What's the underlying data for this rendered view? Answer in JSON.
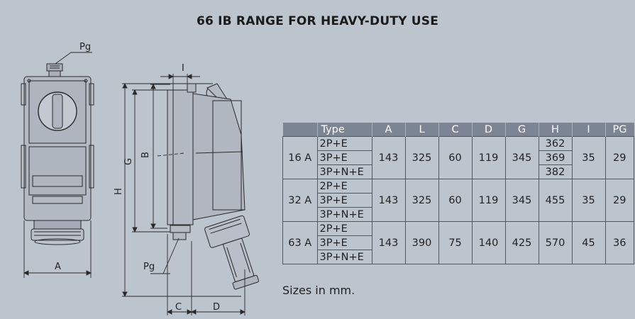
{
  "title": "66 IB RANGE FOR HEAVY-DUTY USE",
  "drawing_labels": {
    "pg_top": "Pg",
    "pg_bottom": "Pg",
    "dim_a": "A",
    "dim_h": "H",
    "dim_g": "G",
    "dim_b": "B",
    "dim_i": "I",
    "dim_c": "C",
    "dim_d": "D"
  },
  "table": {
    "headers": [
      "",
      "Type",
      "A",
      "L",
      "C",
      "D",
      "G",
      "H",
      "I",
      "PG"
    ],
    "rows": [
      {
        "current": "16 A",
        "types": [
          "2P+E",
          "3P+E",
          "3P+N+E"
        ],
        "A": "143",
        "L": "325",
        "C": "60",
        "D": "119",
        "G": "345",
        "H": [
          "362",
          "369",
          "382"
        ],
        "I": "35",
        "PG": "29"
      },
      {
        "current": "32 A",
        "types": [
          "2P+E",
          "3P+E",
          "3P+N+E"
        ],
        "A": "143",
        "L": "325",
        "C": "60",
        "D": "119",
        "G": "345",
        "H": "455",
        "I": "35",
        "PG": "29"
      },
      {
        "current": "63 A",
        "types": [
          "2P+E",
          "3P+E",
          "3P+N+E"
        ],
        "A": "143",
        "L": "390",
        "C": "75",
        "D": "140",
        "G": "425",
        "H": "570",
        "I": "45",
        "PG": "36"
      }
    ]
  },
  "note": "Sizes in mm."
}
